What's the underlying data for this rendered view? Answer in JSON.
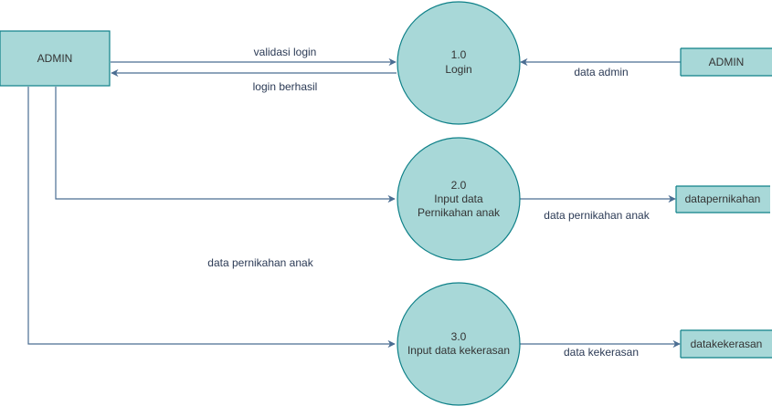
{
  "colors": {
    "node_fill": "#a8d8d8",
    "node_stroke": "#0e8088",
    "edge": "#4a6d92"
  },
  "entities": {
    "admin_external": "ADMIN"
  },
  "processes": [
    {
      "number": "1.0",
      "name_lines": [
        "Login"
      ]
    },
    {
      "number": "2.0",
      "name_lines": [
        "Input data",
        "Pernikahan anak"
      ]
    },
    {
      "number": "3.0",
      "name_lines": [
        "Input data kekerasan"
      ]
    }
  ],
  "stores": {
    "admin": "ADMIN",
    "pernikahan": "datapernikahan",
    "kekerasan": "datakekerasan"
  },
  "flows": {
    "validasi_login": "validasi login",
    "login_berhasil": "login berhasil",
    "data_admin": "data admin",
    "data_pernikahan_to_store": "data pernikahan anak",
    "data_pernikahan_from_admin": "data pernikahan anak",
    "data_kekerasan": "data kekerasan"
  }
}
